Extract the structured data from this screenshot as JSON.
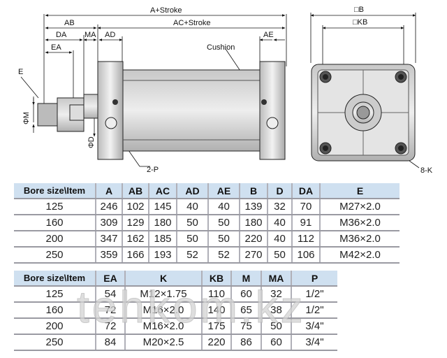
{
  "drawing": {
    "labels": {
      "a_stroke": "A+Stroke",
      "ab": "AB",
      "ac_stroke": "AC+Stroke",
      "da": "DA",
      "ma": "MA",
      "ad": "AD",
      "ae": "AE",
      "ea": "EA",
      "cushion": "Cushion",
      "e": "E",
      "m": "ΦM",
      "d": "ΦD",
      "p": "2-P",
      "b": "□B",
      "kb": "□KB",
      "k": "8-K"
    }
  },
  "table1": {
    "headers": [
      "Bore size\\Item",
      "A",
      "AB",
      "AC",
      "AD",
      "AE",
      "B",
      "D",
      "DA",
      "E"
    ],
    "rows": [
      [
        "125",
        "246",
        "102",
        "145",
        "40",
        "40",
        "139",
        "32",
        "70",
        "M27×2.0"
      ],
      [
        "160",
        "309",
        "129",
        "180",
        "50",
        "50",
        "180",
        "40",
        "91",
        "M36×2.0"
      ],
      [
        "200",
        "347",
        "162",
        "185",
        "50",
        "50",
        "220",
        "40",
        "112",
        "M36×2.0"
      ],
      [
        "250",
        "359",
        "166",
        "193",
        "52",
        "52",
        "270",
        "50",
        "106",
        "M42×2.0"
      ]
    ]
  },
  "table2": {
    "headers": [
      "Bore size\\Item",
      "EA",
      "K",
      "KB",
      "M",
      "MA",
      "P"
    ],
    "rows": [
      [
        "125",
        "54",
        "M12×1.75",
        "110",
        "60",
        "32",
        "1/2\""
      ],
      [
        "160",
        "72",
        "M16×2.0",
        "140",
        "65",
        "38",
        "1/2\""
      ],
      [
        "200",
        "72",
        "M16×2.0",
        "175",
        "75",
        "50",
        "3/4\""
      ],
      [
        "250",
        "84",
        "M20×2.5",
        "220",
        "86",
        "60",
        "3/4\""
      ]
    ]
  },
  "watermark": "tehkom.kz"
}
